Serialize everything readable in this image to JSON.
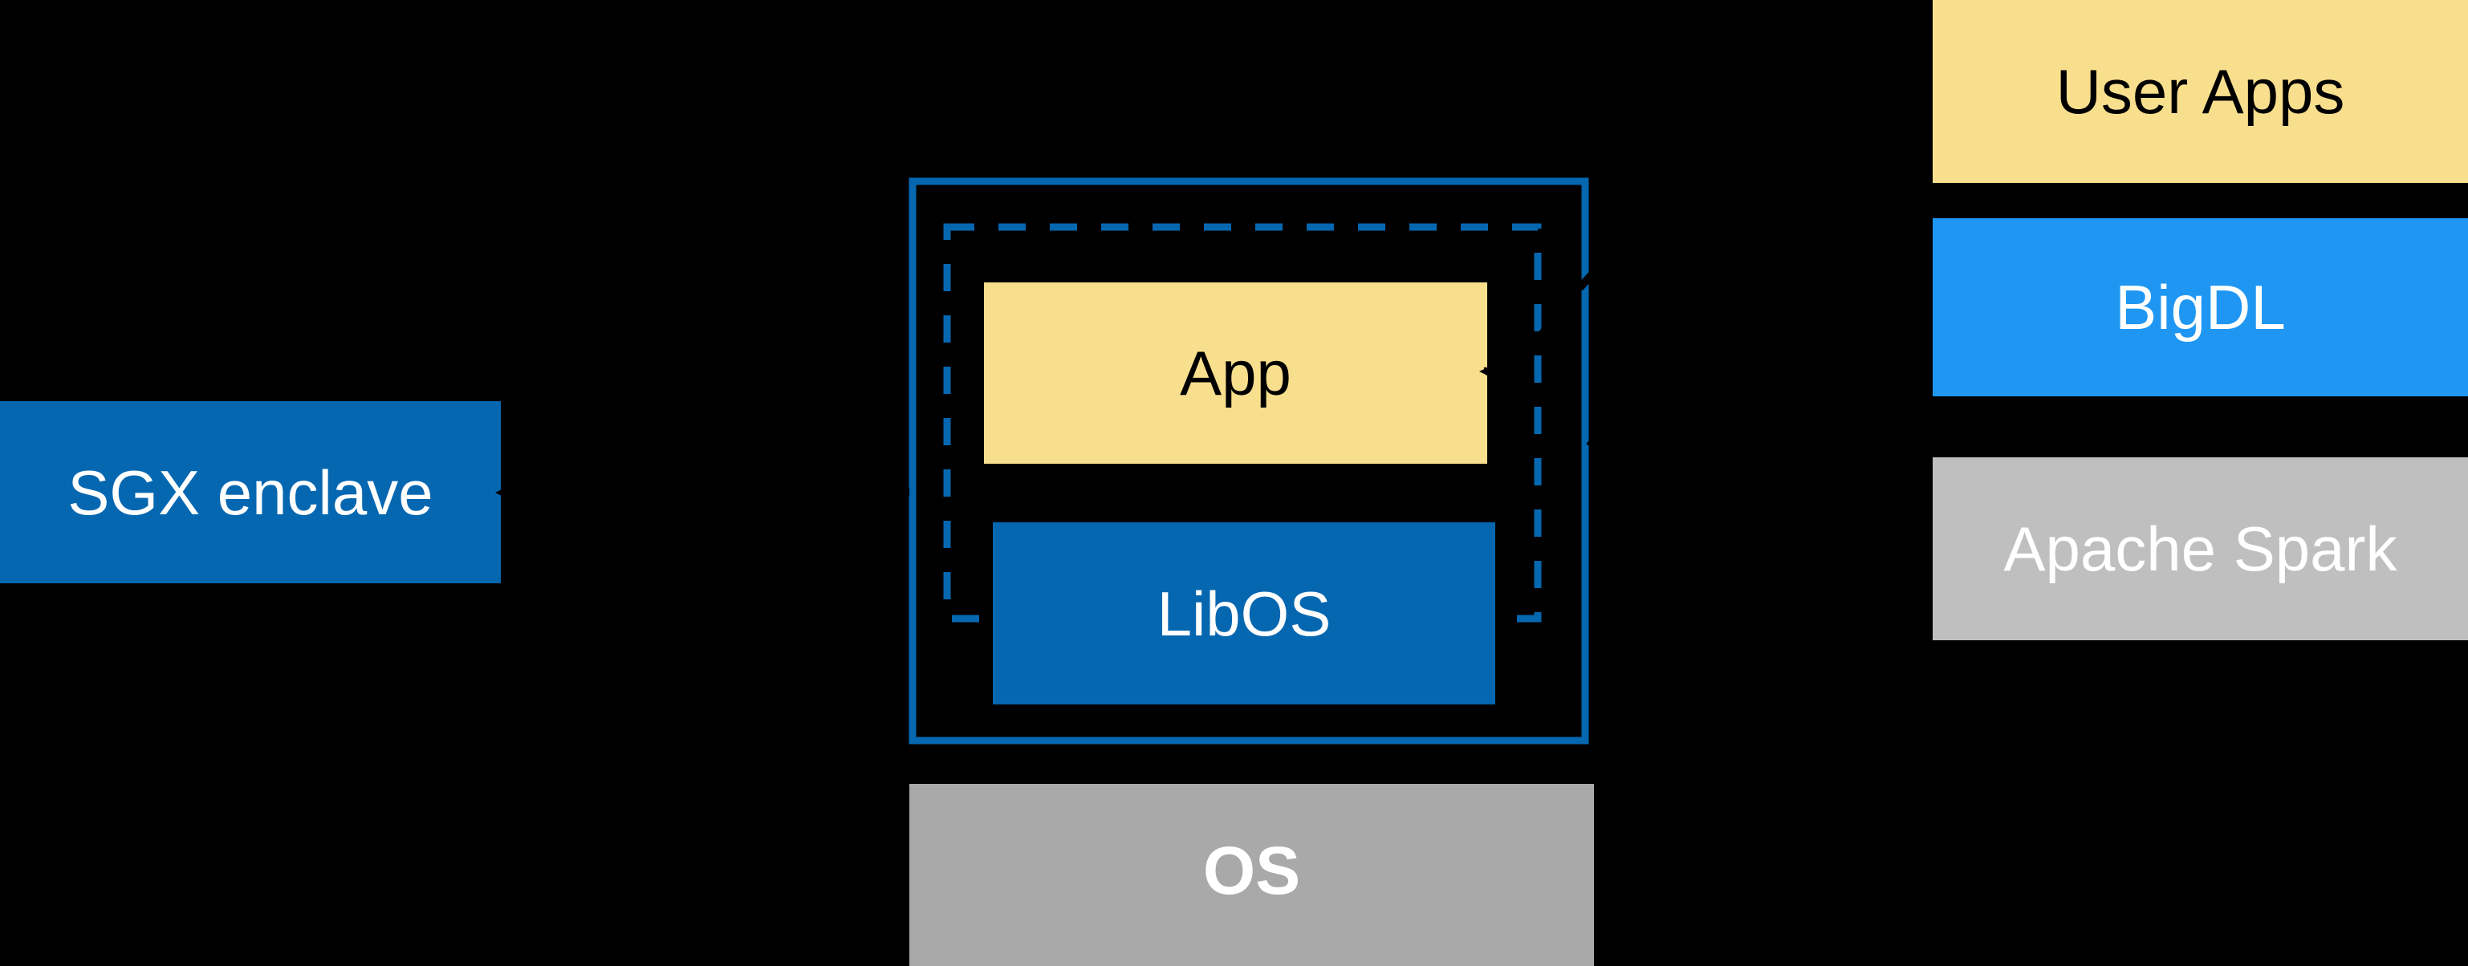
{
  "diagram": {
    "title_hint": "SGX enclave LibOS architecture diagram",
    "background_color": "#000000",
    "left_box": {
      "label": "SGX enclave",
      "fill": "#0667B1",
      "text_color": "#FFFFFF"
    },
    "center_group": {
      "outer_border_color": "#0667B1",
      "outer_border_style": "solid",
      "dashed_border_color": "#0667B1",
      "dashed_border_style": "dashed",
      "app_box": {
        "label": "App",
        "fill": "#F8DF8D",
        "text_color": "#000000"
      },
      "libos_box": {
        "label": "LibOS",
        "fill": "#0667B1",
        "text_color": "#FFFFFF"
      },
      "os_box": {
        "label": "OS",
        "fill": "#A9A9A9",
        "text_color": "#FFFFFF",
        "bold": true
      }
    },
    "right_stack": [
      {
        "label": "User Apps",
        "fill": "#F8DF8D",
        "text_color": "#000000"
      },
      {
        "label": "BigDL",
        "fill": "#1F97F2",
        "text_color": "#FFFFFF"
      },
      {
        "label": "Apache Spark",
        "fill": "#BFBFBF",
        "text_color": "#FFFFFF"
      }
    ],
    "arrows": [
      {
        "name": "arrow-to-sgx-enclave",
        "style": "black solid, arrowhead at SGX enclave right edge",
        "color": "#000000"
      },
      {
        "name": "dashed-arrow-to-app-upper",
        "style": "black dashed curve from upper right, notches blue borders",
        "color": "#000000"
      },
      {
        "name": "dashed-arrow-to-app-lower",
        "style": "black dashed curve from lower right, notches blue border",
        "color": "#000000"
      }
    ]
  }
}
